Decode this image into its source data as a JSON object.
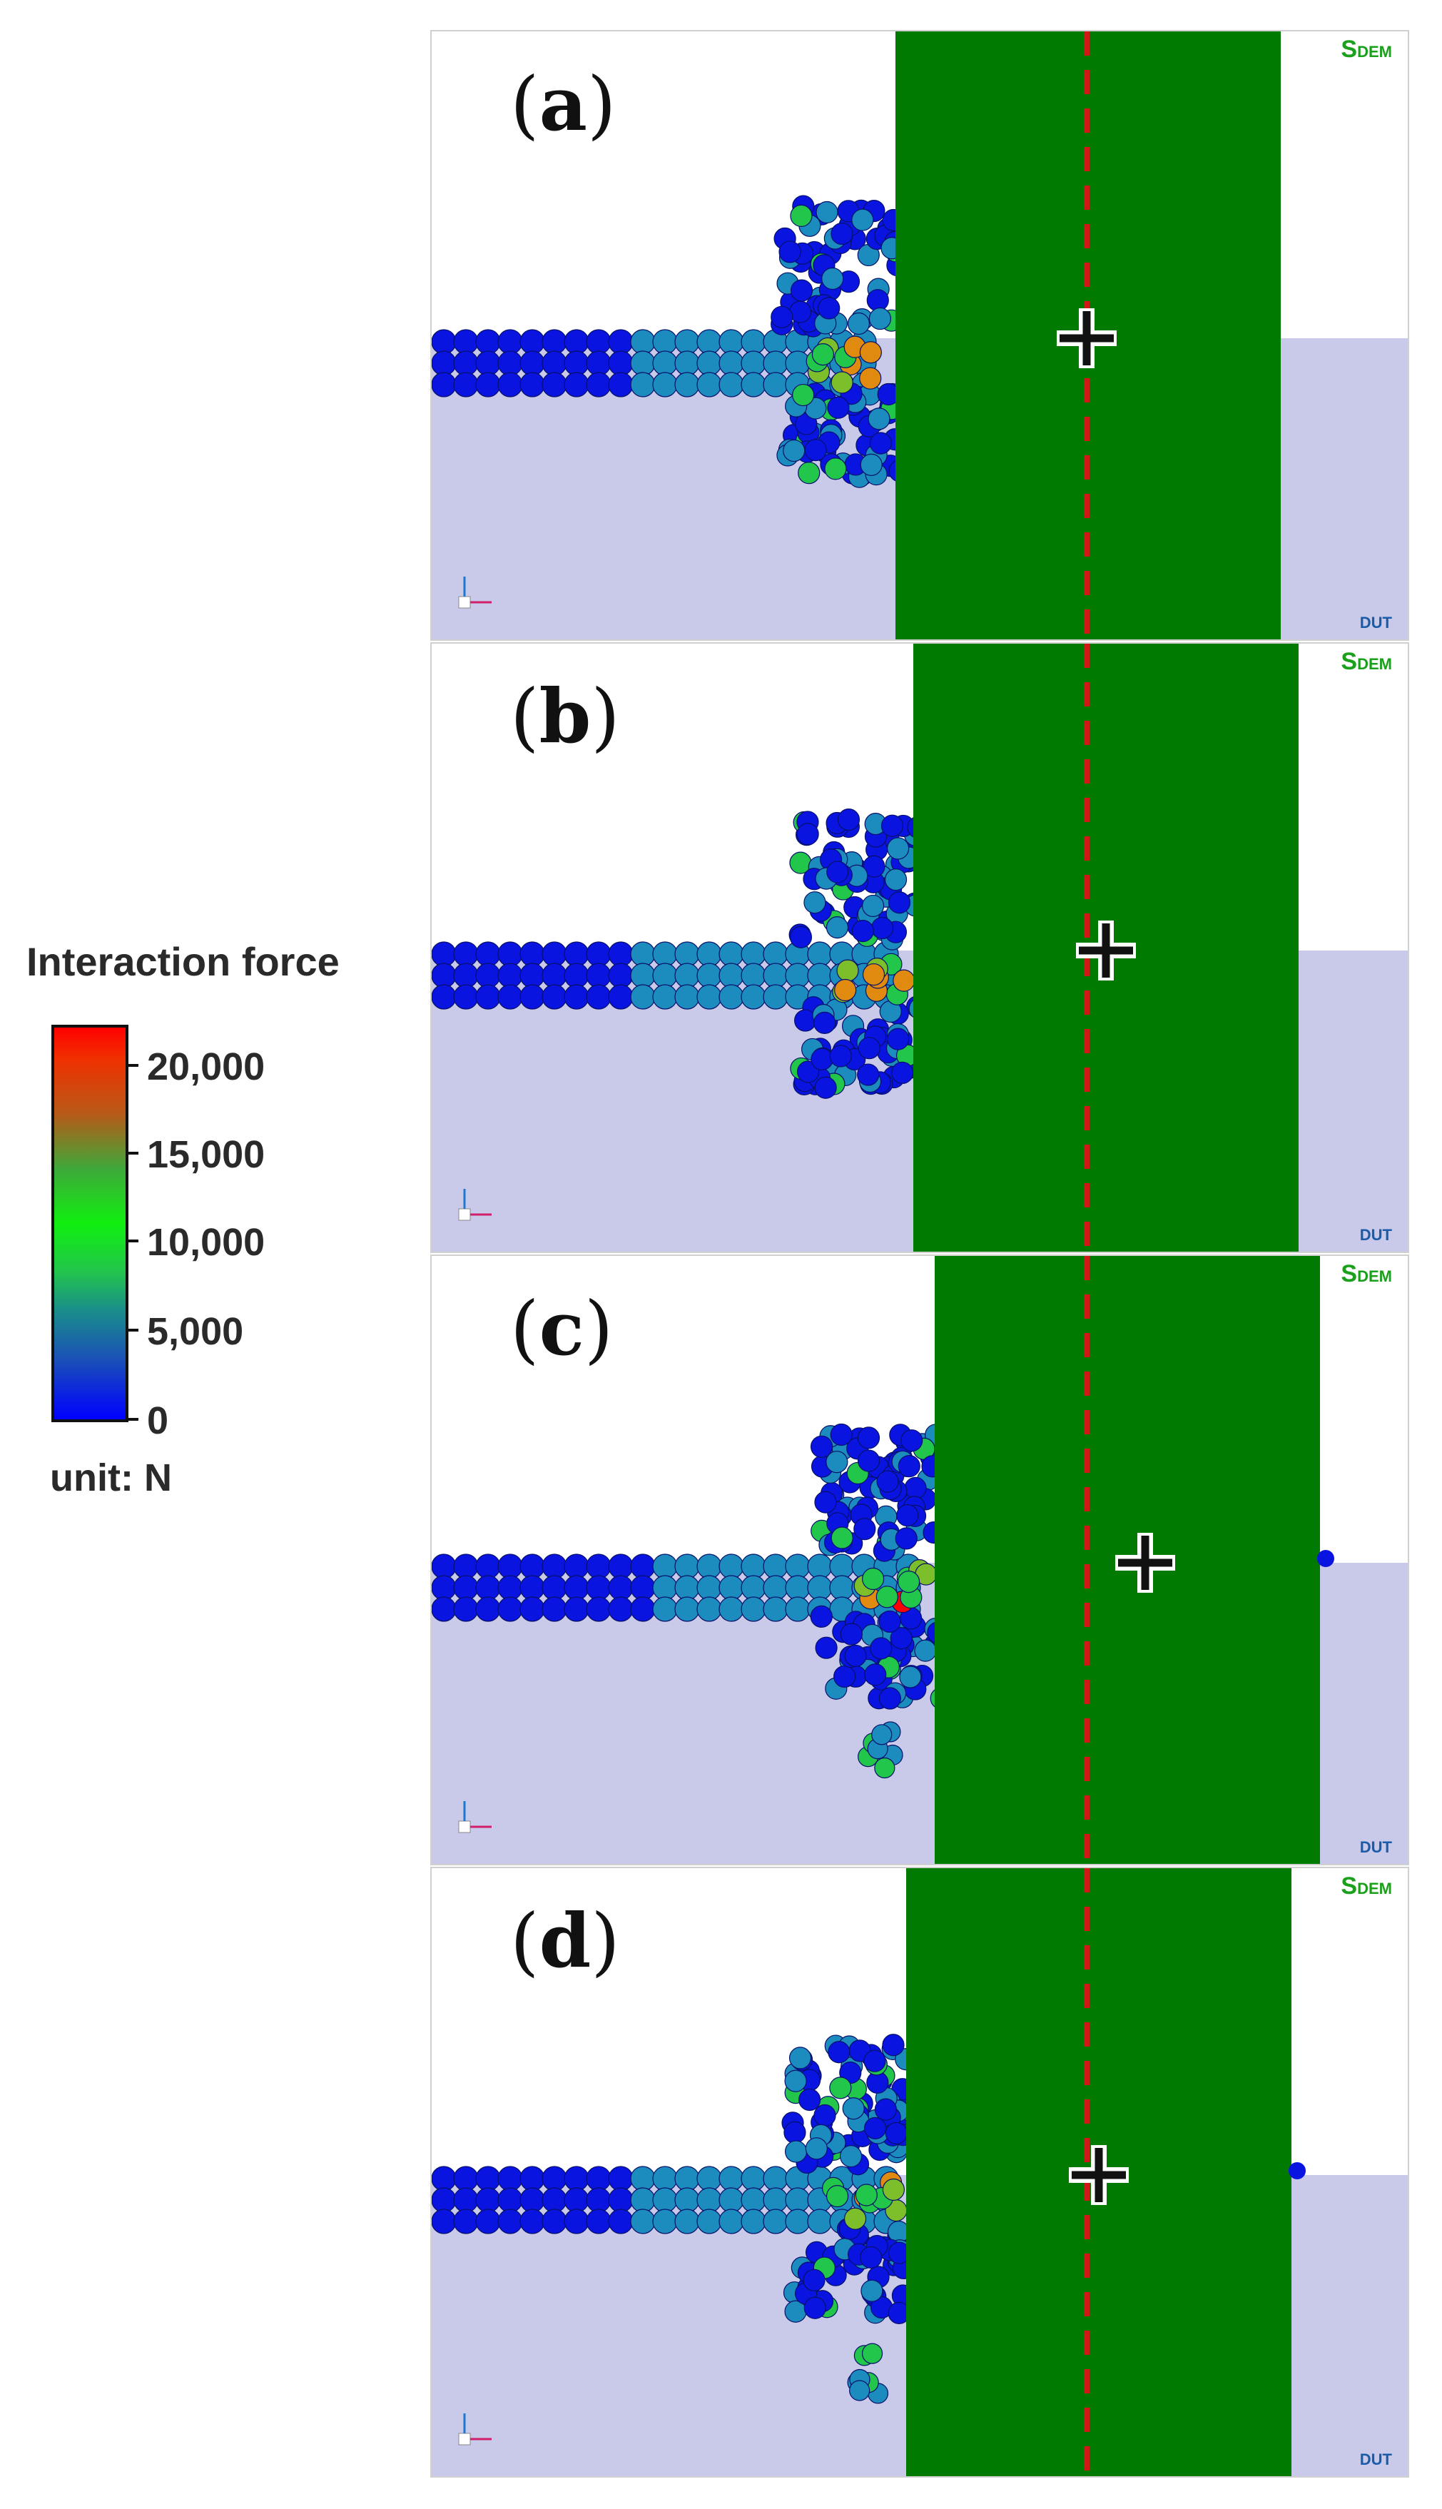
{
  "legend": {
    "title": "Interaction force",
    "ticks": [
      "20,000",
      "15,000",
      "10,000",
      "5,000",
      "0"
    ],
    "unit": "unit: N"
  },
  "panels": [
    {
      "label": "a",
      "logo_main": "S",
      "logo_sub": "DEM",
      "watermark": "DUT"
    },
    {
      "label": "b",
      "logo_main": "S",
      "logo_sub": "DEM",
      "watermark": "DUT"
    },
    {
      "label": "c",
      "logo_main": "S",
      "logo_sub": "DEM",
      "watermark": "DUT"
    },
    {
      "label": "d",
      "logo_main": "S",
      "logo_sub": "DEM",
      "watermark": "DUT"
    }
  ],
  "colors": {
    "structure": "#007a00",
    "seabed": "#c9c9e9",
    "centerline": "#d01818",
    "particle_low": "#0a14e0",
    "particle_mid": "#1c8cbe",
    "particle_high": "#ff0000"
  }
}
